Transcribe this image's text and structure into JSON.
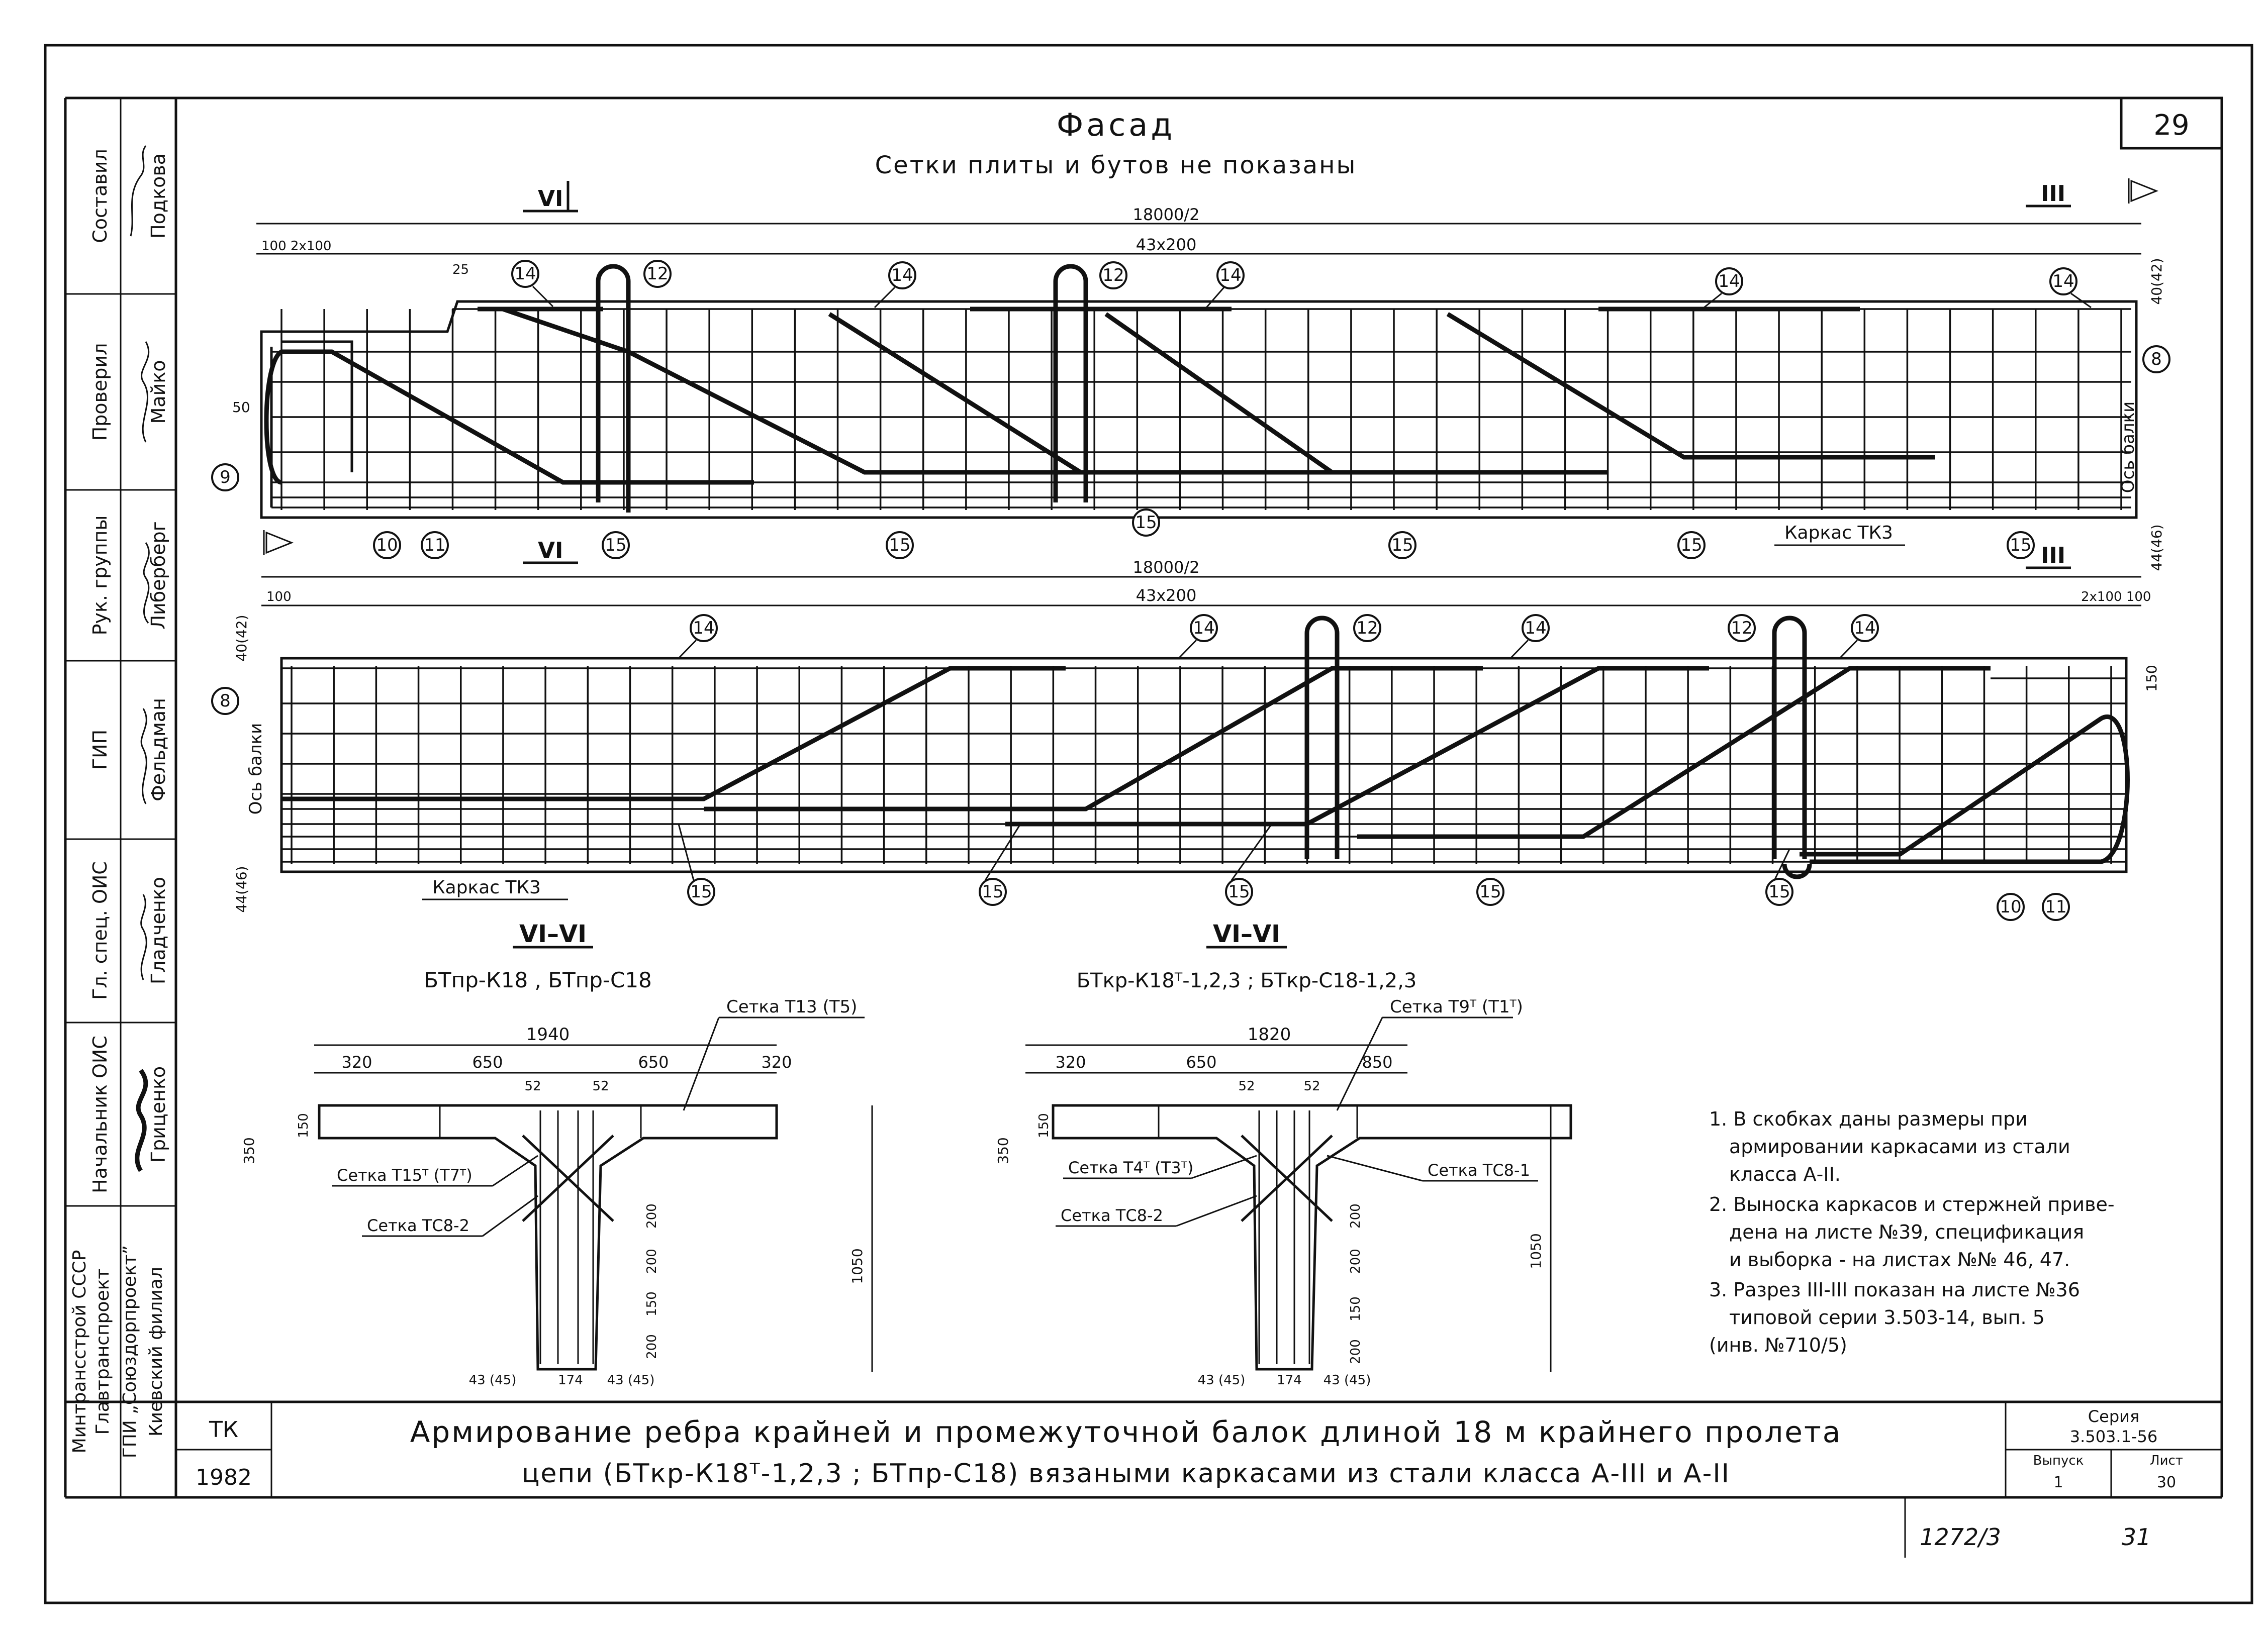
{
  "sheet_number": "29",
  "title": "Фасад",
  "subtitle": "Сетки плиты и бутов не показаны",
  "section_marks": {
    "top_left": "VI",
    "bottom_left": "VI",
    "top_right": "III",
    "bottom_right": "III"
  },
  "upper_elevation": {
    "overall_dim": "18000/2",
    "spacing_dim": "43х200",
    "left_dims": "100 2х100",
    "dim_25": "25",
    "dim_50": "50",
    "right_top_dim": "40(42)",
    "right_bottom_dim": "44(46)",
    "axis_label": "Ось балки",
    "cage_label": "Каркас ТК3",
    "marks": [
      "14",
      "12",
      "14",
      "12",
      "14",
      "14",
      "14",
      "8",
      "9",
      "10",
      "11",
      "15",
      "15",
      "15",
      "15",
      "15",
      "15"
    ]
  },
  "lower_elevation": {
    "overall_dim": "18000/2",
    "spacing_dim": "43х200",
    "left_dim": "100",
    "right_dims": "2х100 100",
    "left_top_dim": "40(42)",
    "left_bottom_dim": "44(46)",
    "right_dim": "150",
    "axis_label": "Ось балки",
    "cage_label": "Каркас ТК3",
    "marks": [
      "14",
      "14",
      "12",
      "14",
      "12",
      "14",
      "8",
      "15",
      "15",
      "15",
      "15",
      "15",
      "10",
      "11"
    ]
  },
  "section_left": {
    "cut": "VI–VI",
    "label": "БТпр-К18 , БТпр-С18",
    "width": "1940",
    "dims": [
      "320",
      "650",
      "650",
      "320"
    ],
    "web_dims": [
      "52",
      "52"
    ],
    "flange_h": "150",
    "h_350": "350",
    "height": "1050",
    "vert_dims": [
      "200",
      "200",
      "150",
      "200"
    ],
    "bottom_dims": [
      "43 (45)",
      "174",
      "43 (45)"
    ],
    "mesh_top": "Сетка Т13 (Т5)",
    "mesh_side": "Сетка Т15ᵀ (Т7ᵀ)",
    "mesh_bottom": "Сетка ТС8-2"
  },
  "section_right": {
    "cut": "VI–VI",
    "label": "БТкр-К18ᵀ-1,2,3 ; БТкр-С18-1,2,3",
    "width": "1820",
    "dims": [
      "320",
      "650",
      "850"
    ],
    "web_dims": [
      "52",
      "52"
    ],
    "flange_h": "150",
    "h_350": "350",
    "height": "1050",
    "vert_dims": [
      "200",
      "200",
      "150",
      "200"
    ],
    "bottom_dims": [
      "43 (45)",
      "174",
      "43 (45)"
    ],
    "mesh_top": "Сетка Т9ᵀ (Т1ᵀ)",
    "mesh_side_l": "Сетка Т4ᵀ (Т3ᵀ)",
    "mesh_bottom": "Сетка ТС8-2",
    "mesh_side_r": "Сетка ТС8-1"
  },
  "notes": [
    "1. В скобках даны размеры при",
    "армировании каркасами из стали",
    "класса А-II.",
    "2. Выноска каркасов и стержней приве-",
    "дена на листе №39, спецификация",
    "и выборка - на листах №№ 46, 47.",
    "3. Разрез III-III показан на листе №36",
    "типовой серии 3.503-14, вып. 5",
    "(инв. №710/5)"
  ],
  "stamp": {
    "roles": [
      {
        "role": "Составил",
        "name": "Подкова"
      },
      {
        "role": "Проверил",
        "name": "Майко"
      },
      {
        "role": "Рук. группы",
        "name": "Либерберг"
      },
      {
        "role": "ГИП",
        "name": "Фельдман"
      },
      {
        "role": "Гл. спец. ОИС",
        "name": "Гладченко"
      },
      {
        "role": "Начальник ОИС",
        "name": "Гриценко"
      }
    ],
    "org": [
      "Минтрансстрой СССР",
      "Главтранспроект",
      "ГПИ „Союздорпроект”",
      "Киевский филиал"
    ],
    "code": "ТК",
    "year": "1982",
    "title_line1": "Армирование ребра крайней и промежуточной балок длиной 18 м крайнего пролета",
    "title_line2": "цепи (БТкр-К18ᵀ-1,2,3 ; БТпр-С18) вязаными каркасами из стали класса А-III и А-II",
    "series_label": "Серия",
    "series": "3.503.1-56",
    "issue_label": "Выпуск",
    "sheet_label": "Лист",
    "issue": "1",
    "sheet": "30",
    "inventory": "1272/3",
    "inventory_sheet": "31"
  }
}
